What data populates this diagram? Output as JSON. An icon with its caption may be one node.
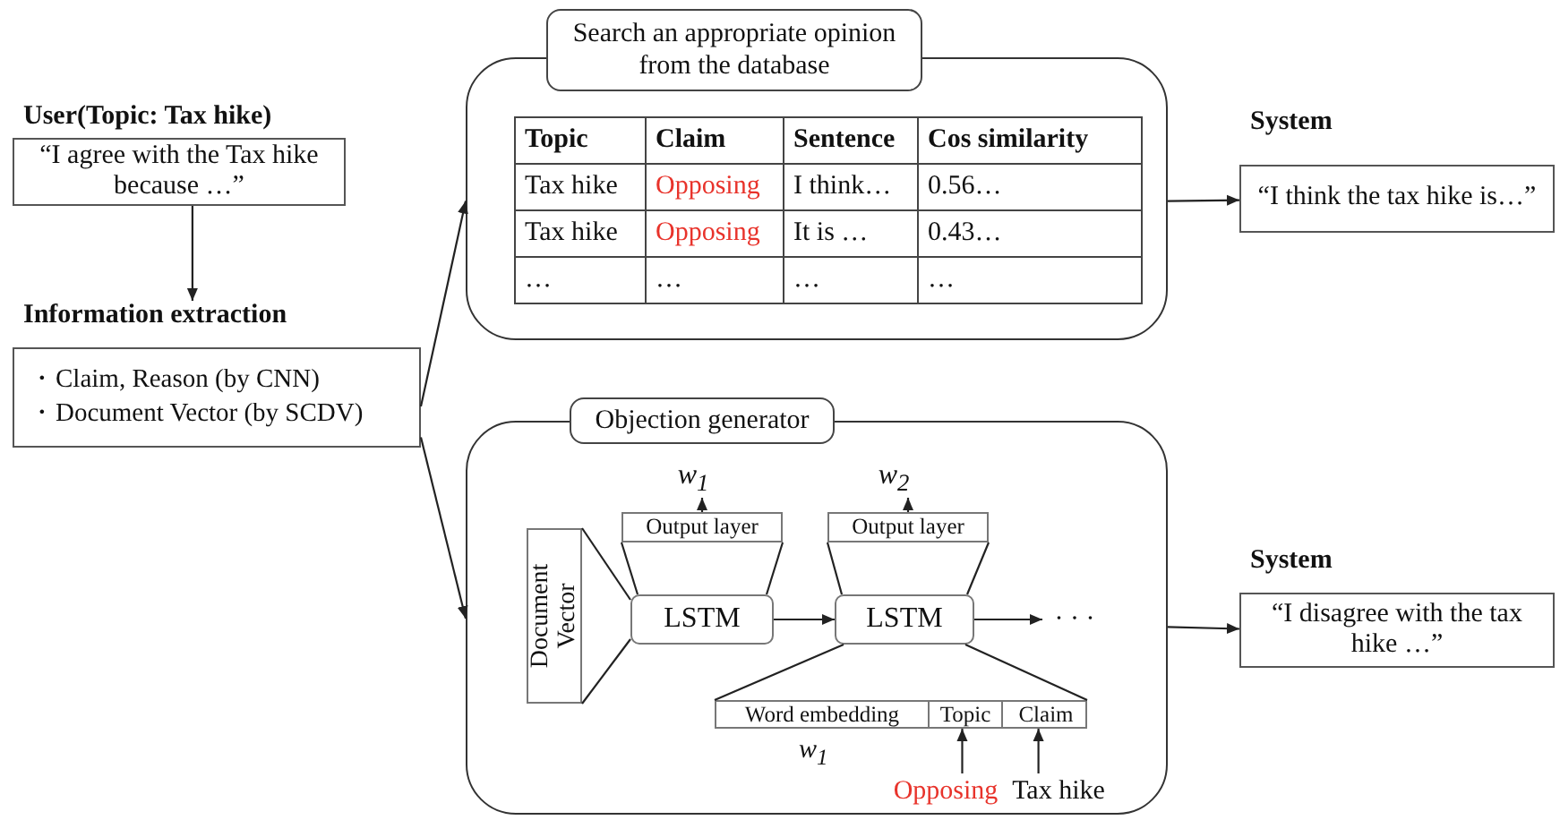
{
  "diagram": {
    "nodes": [
      {
        "text": [
          "User(Topic: Tax hike)",
          "“I agree with the Tax hike because …”"
        ]
      },
      {
        "text": [
          "Information extraction",
          "・Claim, Reason (by CNN)",
          "・Document Vector (by SCDV)"
        ]
      },
      {
        "text": [
          "Search an appropriate opinion from the database"
        ]
      },
      {
        "text": [
          "System",
          "“I think the tax hike is…”"
        ]
      },
      {
        "text": [
          "Objection generator"
        ]
      },
      {
        "text": [
          "Document Vector"
        ],
        "in": 4
      },
      {
        "text": [
          "LSTM"
        ],
        "in": 4
      },
      {
        "text": [
          "Output layer"
        ],
        "in": 4
      },
      {
        "text": [
          "LSTM"
        ],
        "in": 4
      },
      {
        "text": [
          "Output layer"
        ],
        "in": 4
      },
      {
        "text": [],
        "shape": "bar",
        "in": 4
      },
      {
        "text": [
          "Word embedding"
        ],
        "in": 10,
        "beside": [
          "w$_{1}$"
        ]
      },
      {
        "text": [
          "Topic"
        ],
        "in": 10
      },
      {
        "text": [
          "Claim"
        ],
        "in": 10
      },
      {
        "text": [
          "w$_{1}$"
        ],
        "in": 4
      },
      {
        "text": [
          "w$_{2}$"
        ],
        "in": 4
      },
      {
        "text": [
          "Opposing"
        ],
        "in": 4
      },
      {
        "text": [
          "Tax hike"
        ],
        "in": 4
      },
      {
        "text": [
          "· · ·"
        ],
        "in": 4
      },
      {
        "text": [
          "System",
          "“I disagree with the tax hike …”"
        ]
      }
    ],
    "edges": [
      {
        "from": 0,
        "to": 1,
        "arrow": "to"
      },
      {
        "from": 1,
        "to": 2,
        "arrow": "to"
      },
      {
        "from": 1,
        "to": 4,
        "arrow": "to"
      },
      {
        "from": 2,
        "to": 3,
        "arrow": "to"
      },
      {
        "from": 4,
        "to": 19,
        "arrow": "to"
      },
      {
        "from": 7,
        "to": 14,
        "arrow": "to"
      },
      {
        "from": 9,
        "to": 15,
        "arrow": "to"
      },
      {
        "from": 6,
        "to": 8,
        "arrow": "to"
      },
      {
        "from": 8,
        "to": 18,
        "arrow": "to"
      },
      {
        "from": 16,
        "to": 12,
        "arrow": "to"
      },
      {
        "from": 17,
        "to": 13,
        "arrow": "to"
      },
      {
        "from": 5,
        "to": 6,
        "arrow": "none"
      },
      {
        "from": 5,
        "to": 6,
        "arrow": "none"
      },
      {
        "from": 7,
        "to": 6,
        "arrow": "none"
      },
      {
        "from": 7,
        "to": 6,
        "arrow": "none"
      },
      {
        "from": 9,
        "to": 8,
        "arrow": "none"
      },
      {
        "from": 9,
        "to": 8,
        "arrow": "none"
      },
      {
        "from": 8,
        "to": 10,
        "arrow": "none"
      },
      {
        "from": 8,
        "to": 10,
        "arrow": "none"
      }
    ],
    "labels": [
      "Topic",
      "Claim",
      "Sentence",
      "Cos similarity",
      "Tax hike",
      "Opposing",
      "I think…",
      "0.56…",
      "Tax hike",
      "Opposing",
      "It is …",
      "0.43…",
      "…",
      "…",
      "…",
      "…"
    ]
  }
}
